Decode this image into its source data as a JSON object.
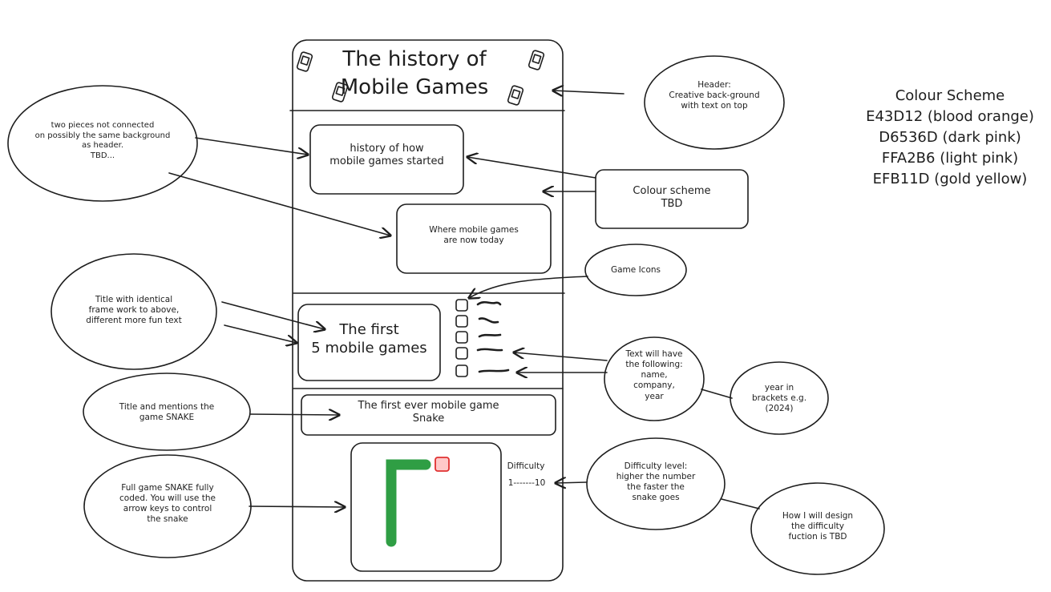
{
  "header": {
    "title": "The history of\nMobile Games"
  },
  "sections": {
    "history_started": "history of how\nmobile games started",
    "now_today": "Where mobile games\nare now today",
    "first_five": "The first\n5 mobile games",
    "first_ever": "The first ever mobile game\nSnake",
    "difficulty_label": "Difficulty",
    "difficulty_range": "1-------10"
  },
  "notes": {
    "header_note": "Header:\nCreative back-ground\nwith text on top",
    "two_pieces": "two pieces not connected\non possibly the same background\nas header.\nTBD...",
    "colour_scheme_tbd": "Colour scheme\nTBD",
    "game_icons": "Game Icons",
    "title_identical": "Title with identical\nframe work to above,\ndifferent more fun text",
    "text_will_have": "Text will have\nthe following:\nname,\ncompany,\nyear",
    "year_brackets": "year in\nbrackets e.g.\n(2024)",
    "title_snake": "Title and mentions the\ngame SNAKE",
    "difficulty_level": "Difficulty level:\nhigher the number\nthe faster the\nsnake goes",
    "full_game": "Full game SNAKE fully\ncoded. You will use the\narrow keys to control\nthe snake",
    "how_design": "How I will design\nthe difficulty\nfuction is TBD"
  },
  "colour_scheme": {
    "heading": "Colour Scheme",
    "items": [
      "E43D12 (blood orange)",
      "D6536D (dark pink)",
      "FFA2B6 (light pink)",
      "EFB11D (gold yellow)"
    ]
  },
  "colors": {
    "ink": "#1e1e1e",
    "snake_green": "#2f9e44",
    "food_red": "#e03131",
    "food_fill": "#ffc9c9"
  },
  "icons": {
    "header_decor": "phone-icon",
    "list_checkbox": "checkbox-icon",
    "list_squiggle": "squiggle-line-icon"
  }
}
